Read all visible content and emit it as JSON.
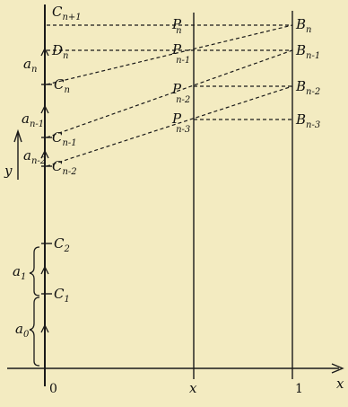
{
  "labels": {
    "C_np1": {
      "main": "C",
      "sub": "n+1"
    },
    "D_n": {
      "main": "D",
      "sub": "n"
    },
    "C_n": {
      "main": "C",
      "sub": "n"
    },
    "C_nm1": {
      "main": "C",
      "sub": "n-1"
    },
    "C_nm2": {
      "main": "C",
      "sub": "n-2"
    },
    "C_2": {
      "main": "C",
      "sub": "2"
    },
    "C_1": {
      "main": "C",
      "sub": "1"
    },
    "a_n": {
      "main": "a",
      "sub": "n"
    },
    "a_nm1": {
      "main": "a",
      "sub": "n-1"
    },
    "a_nm2": {
      "main": "a",
      "sub": "n-2"
    },
    "a_1": {
      "main": "a",
      "sub": "1"
    },
    "a_0": {
      "main": "a",
      "sub": "0"
    },
    "y": "y",
    "P_n": {
      "main": "P",
      "sub": "n"
    },
    "P_nm1": {
      "main": "P",
      "sub": "n-1"
    },
    "P_nm2": {
      "main": "P",
      "sub": "n-2"
    },
    "P_nm3": {
      "main": "P",
      "sub": "n-3"
    },
    "B_n": {
      "main": "B",
      "sub": "n"
    },
    "B_nm1": {
      "main": "B",
      "sub": "n-1"
    },
    "B_nm2": {
      "main": "B",
      "sub": "n-2"
    },
    "B_nm3": {
      "main": "B",
      "sub": "n-3"
    },
    "zero": "0",
    "x_tick": "x",
    "one": "1",
    "x_axis": "x"
  }
}
